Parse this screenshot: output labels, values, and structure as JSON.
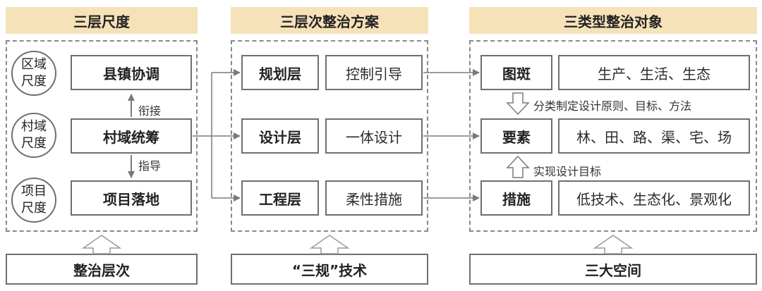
{
  "columns": {
    "left": {
      "header": "三层尺度",
      "scales": [
        {
          "circle_line1": "区域",
          "circle_line2": "尺度",
          "box": "县镇协调"
        },
        {
          "circle_line1": "村域",
          "circle_line2": "尺度",
          "box": "村域统筹"
        },
        {
          "circle_line1": "项目",
          "circle_line2": "尺度",
          "box": "项目落地"
        }
      ],
      "up_arrow_label": "衔接",
      "down_arrow_label": "指导",
      "footer": "整治层次"
    },
    "middle": {
      "header": "三层次整治方案",
      "layers": [
        {
          "name": "规划层",
          "desc": "控制引导"
        },
        {
          "name": "设计层",
          "desc": "一体设计"
        },
        {
          "name": "工程层",
          "desc": "柔性措施"
        }
      ],
      "footer": "“三规”技术"
    },
    "right": {
      "header": "三类型整治对象",
      "objects": [
        {
          "name": "图斑",
          "desc": "生产、生活、生态"
        },
        {
          "name": "要素",
          "desc": "林、田、路、渠、宅、场"
        },
        {
          "name": "措施",
          "desc": "低技术、生态化、景观化"
        }
      ],
      "down_arrow_label": "分类制定设计原则、目标、方法",
      "up_arrow_label": "实现设计目标",
      "footer": "三大空间"
    }
  },
  "colors": {
    "header_bg": "#f5e2b9",
    "border": "#6f6f6f",
    "dashed": "#8a8a8a",
    "arrow": "#7a7a7a"
  }
}
